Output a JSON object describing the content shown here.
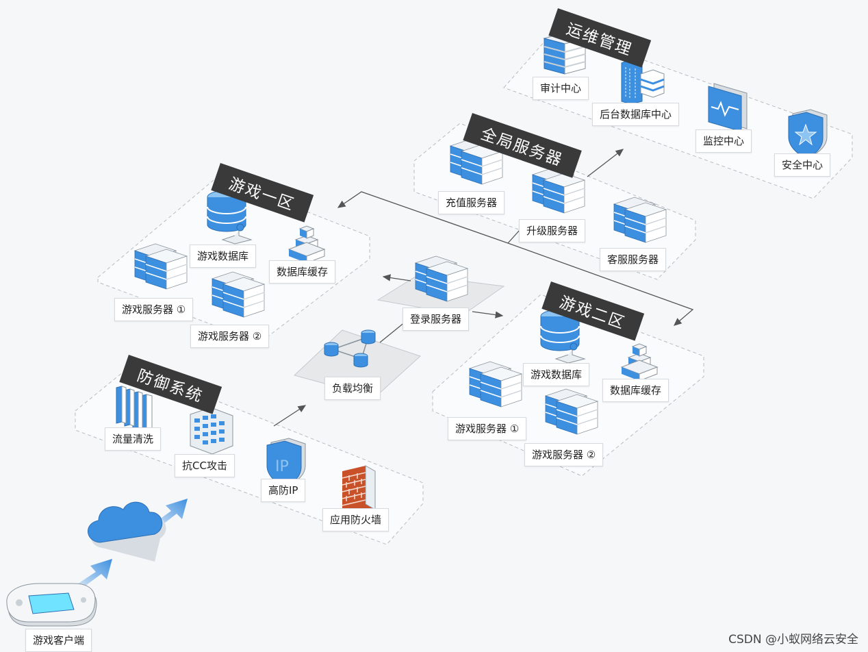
{
  "zones": {
    "ops": {
      "title": "运维管理",
      "items": [
        "审计中心",
        "后台数据库中心",
        "监控中心",
        "安全中心"
      ]
    },
    "global": {
      "title": "全局服务器",
      "items": [
        "充值服务器",
        "升级服务器",
        "客服服务器"
      ]
    },
    "zone1": {
      "title": "游戏一区",
      "items": [
        "游戏数据库",
        "数据库缓存",
        "游戏服务器 ①",
        "游戏服务器 ②"
      ]
    },
    "zone2": {
      "title": "游戏二区",
      "items": [
        "游戏数据库",
        "数据库缓存",
        "游戏服务器 ①",
        "游戏服务器 ②"
      ]
    },
    "defense": {
      "title": "防御系统",
      "items": [
        "流量清洗",
        "抗CC攻击",
        "高防IP",
        "应用防火墙"
      ]
    }
  },
  "nodes": {
    "login": "登录服务器",
    "balancer": "负载均衡",
    "client": "游戏客户端"
  },
  "icon_text": {
    "ip": "IP"
  },
  "watermark": "CSDN @小蚁网络云安全",
  "colors": {
    "blue": "#3d8fe0",
    "light_blue": "#8ec4f2",
    "dark": "#3a3a3a",
    "dash": "#b8bcc0"
  }
}
